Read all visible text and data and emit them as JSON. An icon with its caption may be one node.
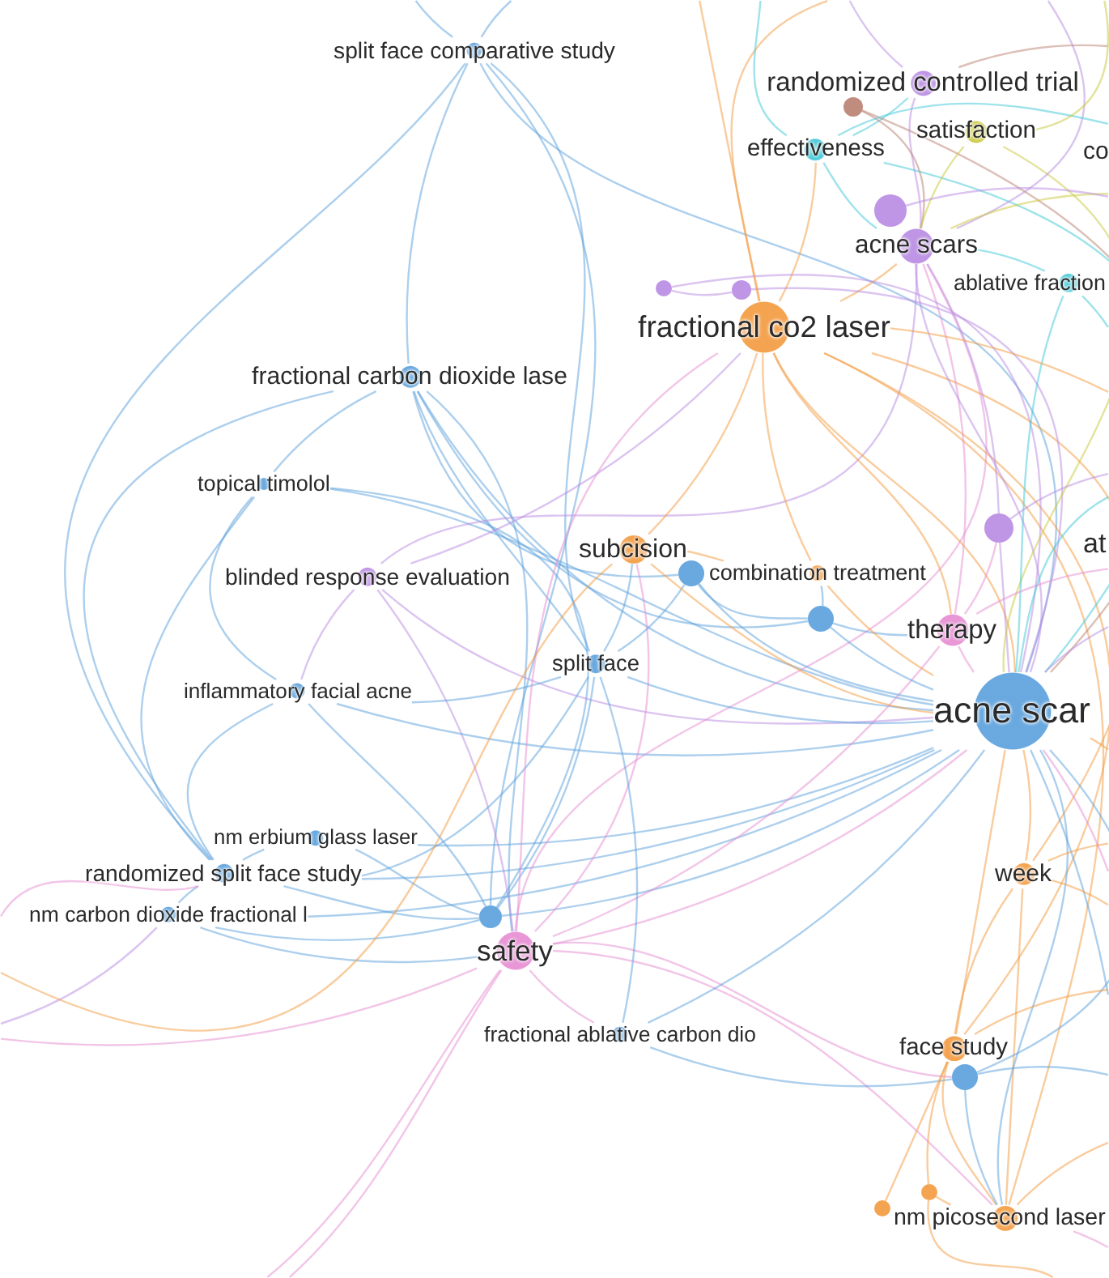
{
  "diagram": {
    "nodes": [
      {
        "text": [
          "split face comparative study"
        ]
      },
      {
        "text": [
          "randomized controlled trial"
        ]
      },
      {
        "text": [],
        "shape": "circle"
      },
      {
        "text": [
          "satisfaction"
        ]
      },
      {
        "text": [
          "effectiveness"
        ]
      },
      {
        "text": [],
        "shape": "circle"
      },
      {
        "text": [
          "acne scars"
        ]
      },
      {
        "text": [
          "ablative fraction"
        ]
      },
      {
        "text": [],
        "shape": "circle"
      },
      {
        "text": [],
        "shape": "circle"
      },
      {
        "text": [
          "fractional co2 laser"
        ]
      },
      {
        "text": [
          "fractional carbon dioxide lase"
        ]
      },
      {
        "text": [
          "topical timolol"
        ]
      },
      {
        "text": [
          "subcision"
        ]
      },
      {
        "text": [],
        "shape": "circle"
      },
      {
        "text": [
          "blinded response evaluation"
        ]
      },
      {
        "text": [],
        "shape": "circle"
      },
      {
        "text": [
          "combination treatment"
        ]
      },
      {
        "text": [],
        "shape": "circle"
      },
      {
        "text": [
          "therapy"
        ]
      },
      {
        "text": [
          "split face"
        ]
      },
      {
        "text": [
          "inflammatory facial acne"
        ]
      },
      {
        "text": [
          "acne scar"
        ]
      },
      {
        "text": [
          "nm erbium glass laser"
        ]
      },
      {
        "text": [
          "randomized split face study"
        ]
      },
      {
        "text": [
          "week"
        ]
      },
      {
        "text": [
          "nm carbon dioxide fractional l"
        ]
      },
      {
        "text": [],
        "shape": "circle"
      },
      {
        "text": [
          "safety"
        ]
      },
      {
        "text": [
          "fractional ablative carbon dio"
        ]
      },
      {
        "text": [
          "face study"
        ]
      },
      {
        "text": [],
        "shape": "circle"
      },
      {
        "text": [],
        "shape": "circle"
      },
      {
        "text": [],
        "shape": "circle"
      },
      {
        "text": [
          "nm picosecond laser"
        ]
      }
    ],
    "edges": [
      {
        "from": 0,
        "to": 11,
        "arrow": "none"
      },
      {
        "from": 0,
        "to": 22,
        "arrow": "none"
      },
      {
        "from": 0,
        "to": 20,
        "arrow": "none"
      },
      {
        "from": 0,
        "to": 24,
        "arrow": "none"
      },
      {
        "from": 0,
        "to": 27,
        "arrow": "none"
      },
      {
        "from": 11,
        "to": 12,
        "arrow": "none"
      },
      {
        "from": 11,
        "to": 22,
        "arrow": "none"
      },
      {
        "from": 11,
        "to": 28,
        "arrow": "none"
      },
      {
        "from": 11,
        "to": 24,
        "arrow": "none"
      },
      {
        "from": 11,
        "to": 16,
        "arrow": "none"
      },
      {
        "from": 11,
        "to": 20,
        "arrow": "none"
      },
      {
        "from": 11,
        "to": 18,
        "arrow": "none"
      },
      {
        "from": 12,
        "to": 21,
        "arrow": "none"
      },
      {
        "from": 12,
        "to": 22,
        "arrow": "none"
      },
      {
        "from": 12,
        "to": 24,
        "arrow": "none"
      },
      {
        "from": 12,
        "to": 27,
        "arrow": "none"
      },
      {
        "from": 15,
        "to": 21,
        "arrow": "none",
        "color": "#b88ae2"
      },
      {
        "from": 15,
        "to": 22,
        "arrow": "none",
        "color": "#b88ae2"
      },
      {
        "from": 15,
        "to": 10,
        "arrow": "none",
        "color": "#b88ae2"
      },
      {
        "from": 15,
        "to": 28,
        "arrow": "none",
        "color": "#b88ae2"
      },
      {
        "from": 15,
        "to": 6,
        "arrow": "none",
        "color": "#b88ae2"
      },
      {
        "from": 21,
        "to": 22,
        "arrow": "none"
      },
      {
        "from": 21,
        "to": 24,
        "arrow": "none"
      },
      {
        "from": 21,
        "to": 27,
        "arrow": "none"
      },
      {
        "from": 21,
        "to": 20,
        "arrow": "none"
      },
      {
        "from": 23,
        "to": 24,
        "arrow": "none"
      },
      {
        "from": 23,
        "to": 22,
        "arrow": "none"
      },
      {
        "from": 23,
        "to": 27,
        "arrow": "none"
      },
      {
        "from": 24,
        "to": 26,
        "arrow": "none"
      },
      {
        "from": 24,
        "to": 27,
        "arrow": "none"
      },
      {
        "from": 24,
        "to": 22,
        "arrow": "none"
      },
      {
        "from": 24,
        "to": 20,
        "arrow": "none"
      },
      {
        "from": 26,
        "to": 27,
        "arrow": "none"
      },
      {
        "from": 26,
        "to": 22,
        "arrow": "none"
      },
      {
        "from": 26,
        "to": 28,
        "arrow": "none"
      },
      {
        "from": 27,
        "to": 22,
        "arrow": "none"
      },
      {
        "from": 27,
        "to": 20,
        "arrow": "none"
      },
      {
        "from": 28,
        "to": 22,
        "arrow": "none",
        "color": "#e68bd2"
      },
      {
        "from": 28,
        "to": 19,
        "arrow": "none",
        "color": "#e68bd2"
      },
      {
        "from": 28,
        "to": 13,
        "arrow": "none",
        "color": "#e68bd2"
      },
      {
        "from": 28,
        "to": 10,
        "arrow": "none",
        "color": "#e68bd2"
      },
      {
        "from": 28,
        "to": 6,
        "arrow": "none",
        "color": "#e68bd2"
      },
      {
        "from": 28,
        "to": 31,
        "arrow": "none",
        "color": "#e68bd2"
      },
      {
        "from": 28,
        "to": 34,
        "arrow": "none",
        "color": "#e68bd2"
      },
      {
        "from": 28,
        "to": 29,
        "arrow": "none",
        "color": "#e68bd2"
      },
      {
        "from": 29,
        "to": 22,
        "arrow": "none"
      },
      {
        "from": 29,
        "to": 20,
        "arrow": "none"
      },
      {
        "from": 29,
        "to": 31,
        "arrow": "none"
      },
      {
        "from": 20,
        "to": 22,
        "arrow": "none"
      },
      {
        "from": 20,
        "to": 16,
        "arrow": "none"
      },
      {
        "from": 20,
        "to": 13,
        "arrow": "none"
      },
      {
        "from": 16,
        "to": 22,
        "arrow": "none"
      },
      {
        "from": 16,
        "to": 18,
        "arrow": "none"
      },
      {
        "from": 18,
        "to": 22,
        "arrow": "none"
      },
      {
        "from": 18,
        "to": 17,
        "arrow": "none"
      },
      {
        "from": 18,
        "to": 19,
        "arrow": "none"
      },
      {
        "from": 13,
        "to": 22,
        "arrow": "none",
        "color": "#f39a3e"
      },
      {
        "from": 13,
        "to": 10,
        "arrow": "none",
        "color": "#f39a3e"
      },
      {
        "from": 13,
        "to": 17,
        "arrow": "none",
        "color": "#f39a3e"
      },
      {
        "from": 10,
        "to": 22,
        "arrow": "none",
        "color": "#f39a3e"
      },
      {
        "from": 10,
        "to": 17,
        "arrow": "none",
        "color": "#f39a3e"
      },
      {
        "from": 10,
        "to": 6,
        "arrow": "none",
        "color": "#f39a3e"
      },
      {
        "from": 10,
        "to": 4,
        "arrow": "none",
        "color": "#f39a3e"
      },
      {
        "from": 10,
        "to": 19,
        "arrow": "none",
        "color": "#f39a3e"
      },
      {
        "from": 10,
        "to": 25,
        "arrow": "none",
        "color": "#f39a3e"
      },
      {
        "from": 10,
        "to": 30,
        "arrow": "none",
        "color": "#f39a3e"
      },
      {
        "from": 10,
        "to": 34,
        "arrow": "none",
        "color": "#f39a3e"
      },
      {
        "from": 17,
        "to": 22,
        "arrow": "none",
        "color": "#f39a3e"
      },
      {
        "from": 25,
        "to": 22,
        "arrow": "none",
        "color": "#f39a3e"
      },
      {
        "from": 25,
        "to": 30,
        "arrow": "none",
        "color": "#f39a3e"
      },
      {
        "from": 25,
        "to": 34,
        "arrow": "none",
        "color": "#f39a3e"
      },
      {
        "from": 30,
        "to": 34,
        "arrow": "none",
        "color": "#f39a3e"
      },
      {
        "from": 30,
        "to": 32,
        "arrow": "none",
        "color": "#f39a3e"
      },
      {
        "from": 30,
        "to": 22,
        "arrow": "none",
        "color": "#f39a3e"
      },
      {
        "from": 32,
        "to": 34,
        "arrow": "none",
        "color": "#f39a3e"
      },
      {
        "from": 33,
        "to": 30,
        "arrow": "none",
        "color": "#f39a3e"
      },
      {
        "from": 31,
        "to": 22,
        "arrow": "none"
      },
      {
        "from": 31,
        "to": 34,
        "arrow": "none"
      },
      {
        "from": 19,
        "to": 22,
        "arrow": "none",
        "color": "#e68bd2"
      },
      {
        "from": 19,
        "to": 6,
        "arrow": "none",
        "color": "#e68bd2"
      },
      {
        "from": 19,
        "to": 14,
        "arrow": "none",
        "color": "#e68bd2"
      },
      {
        "from": 6,
        "to": 22,
        "arrow": "none",
        "color": "#b88ae2"
      },
      {
        "from": 6,
        "to": 1,
        "arrow": "none",
        "color": "#b88ae2"
      },
      {
        "from": 14,
        "to": 22,
        "arrow": "none",
        "color": "#b88ae2"
      },
      {
        "from": 14,
        "to": 6,
        "arrow": "none",
        "color": "#b88ae2"
      },
      {
        "from": 8,
        "to": 9,
        "arrow": "none",
        "color": "#b88ae2"
      },
      {
        "from": 8,
        "to": 22,
        "arrow": "none",
        "color": "#b88ae2"
      },
      {
        "from": 9,
        "to": 22,
        "arrow": "none",
        "color": "#b88ae2"
      },
      {
        "from": 4,
        "to": 22,
        "arrow": "none",
        "color": "#3ec8d8"
      },
      {
        "from": 4,
        "to": 6,
        "arrow": "none",
        "color": "#3ec8d8"
      },
      {
        "from": 4,
        "to": 1,
        "arrow": "none",
        "color": "#3ec8d8"
      },
      {
        "from": 2,
        "to": 22,
        "arrow": "none",
        "color": "#b98070"
      },
      {
        "from": 2,
        "to": 6,
        "arrow": "none",
        "color": "#b98070"
      },
      {
        "from": 3,
        "to": 22,
        "arrow": "none",
        "color": "#c9c83a"
      },
      {
        "from": 3,
        "to": 6,
        "arrow": "none",
        "color": "#c9c83a"
      },
      {
        "from": 7,
        "to": 22,
        "arrow": "none",
        "color": "#3ec8d8"
      },
      {
        "from": 7,
        "to": 6,
        "arrow": "none",
        "color": "#3ec8d8"
      },
      {
        "from": 22,
        "to": 34,
        "arrow": "none"
      },
      {
        "from": null,
        "to": 0,
        "arrow": "none"
      },
      {
        "from": null,
        "to": 0,
        "arrow": "none"
      },
      {
        "from": null,
        "to": 22,
        "arrow": "none",
        "color": "#3ec8d8"
      },
      {
        "from": null,
        "to": 22,
        "arrow": "none"
      },
      {
        "from": null,
        "to": 22,
        "arrow": "none",
        "color": "#f39a3e"
      },
      {
        "from": null,
        "to": 22,
        "arrow": "none",
        "color": "#e68bd2"
      },
      {
        "from": null,
        "to": 22,
        "arrow": "none",
        "color": "#b88ae2"
      },
      {
        "from": null,
        "to": 10,
        "arrow": "none",
        "color": "#f39a3e"
      },
      {
        "from": null,
        "to": 10,
        "arrow": "none",
        "color": "#f39a3e"
      },
      {
        "from": null,
        "to": 10,
        "arrow": "none",
        "color": "#f39a3e"
      },
      {
        "from": null,
        "to": 6,
        "arrow": "none",
        "color": "#b88ae2"
      },
      {
        "from": null,
        "to": 6,
        "arrow": "none",
        "color": "#c9c83a"
      },
      {
        "from": null,
        "to": 1,
        "arrow": "none",
        "color": "#b88ae2"
      },
      {
        "from": null,
        "to": 1,
        "arrow": "none",
        "color": "#b98070"
      },
      {
        "from": null,
        "to": 4,
        "arrow": "none",
        "color": "#3ec8d8"
      },
      {
        "from": null,
        "to": 4,
        "arrow": "none",
        "color": "#3ec8d8"
      },
      {
        "from": null,
        "to": 3,
        "arrow": "none",
        "color": "#c9c83a"
      },
      {
        "from": null,
        "to": 28,
        "arrow": "none",
        "color": "#e68bd2"
      },
      {
        "from": null,
        "to": 28,
        "arrow": "none",
        "color": "#e68bd2"
      },
      {
        "from": null,
        "to": 28,
        "arrow": "none",
        "color": "#e68bd2"
      },
      {
        "from": null,
        "to": 34,
        "arrow": "none",
        "color": "#f39a3e"
      },
      {
        "from": null,
        "to": 30,
        "arrow": "none",
        "color": "#f39a3e"
      },
      {
        "from": null,
        "to": 25,
        "arrow": "none",
        "color": "#f39a3e"
      },
      {
        "from": null,
        "to": 25,
        "arrow": "none",
        "color": "#f39a3e"
      },
      {
        "from": null,
        "to": 31,
        "arrow": "none"
      },
      {
        "from": null,
        "to": 19,
        "arrow": "none",
        "color": "#e68bd2"
      },
      {
        "from": null,
        "to": 14,
        "arrow": "none",
        "color": "#b88ae2"
      },
      {
        "from": null,
        "to": 7,
        "arrow": "none",
        "color": "#3ec8d8"
      },
      {
        "from": null,
        "to": 32,
        "arrow": "none",
        "color": "#f39a3e"
      },
      {
        "from": null,
        "to": 34,
        "arrow": "none",
        "color": "#e68bd2"
      },
      {
        "from": null,
        "to": 26,
        "arrow": "none",
        "color": "#b88ae2"
      },
      {
        "from": null,
        "to": 24,
        "arrow": "none",
        "color": "#e68bd2"
      },
      {
        "from": null,
        "to": 13,
        "arrow": "none",
        "color": "#f39a3e"
      },
      {
        "from": null,
        "to": 5,
        "arrow": "none",
        "color": "#b88ae2"
      }
    ],
    "labels": [
      "co",
      "at"
    ]
  }
}
